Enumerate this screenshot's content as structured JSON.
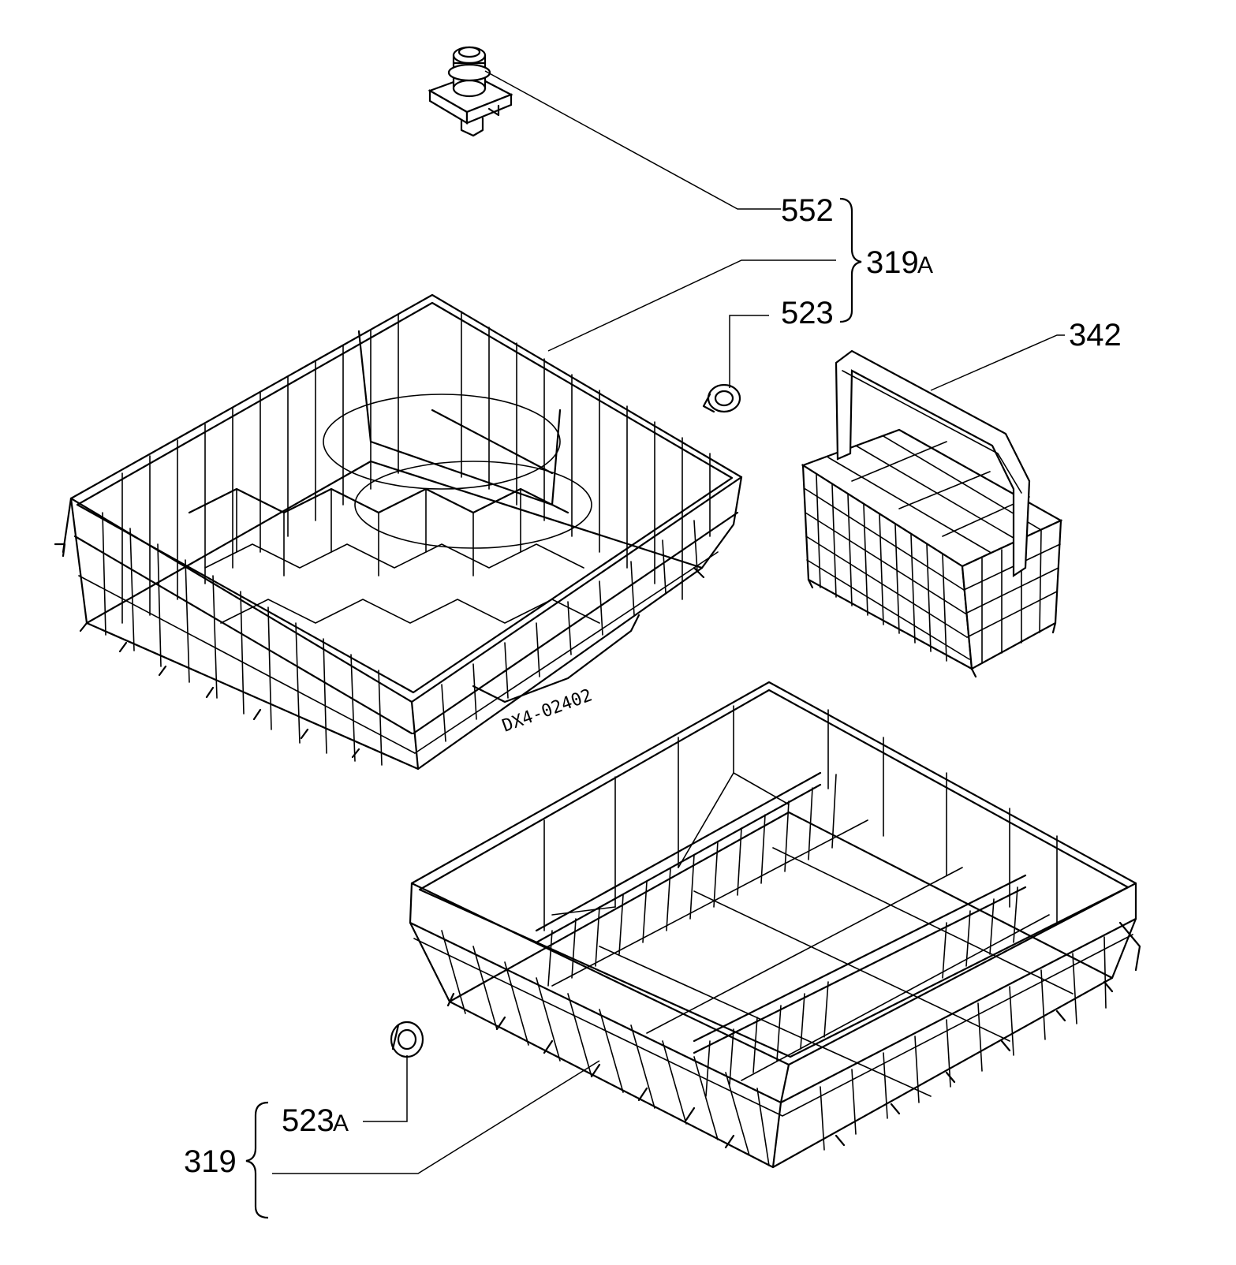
{
  "labels": {
    "part_552": "552",
    "part_319A_main": "319",
    "part_319A_suffix": "A",
    "part_523": "523",
    "part_342": "342",
    "part_319": "319",
    "part_523A_main": "523",
    "part_523A_suffix": "A"
  },
  "drawing_code": "DX4-02402",
  "icons": {
    "upper_basket": "upper-basket-icon",
    "lower_basket": "lower-basket-icon",
    "cutlery_basket": "cutlery-basket-icon",
    "adjuster": "basket-adjuster-icon",
    "wheel_upper": "wheel-icon",
    "wheel_lower": "wheel-icon"
  }
}
